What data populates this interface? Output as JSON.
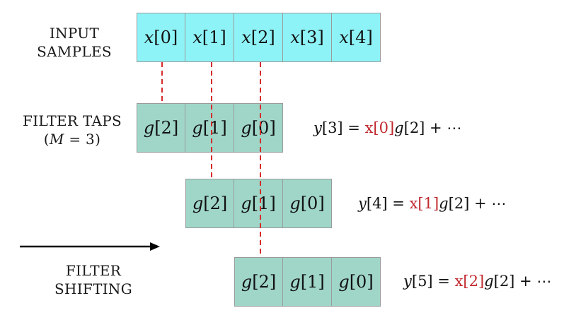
{
  "labels": {
    "input_line1": "INPUT",
    "input_line2": "SAMPLES",
    "taps_line1": "FILTER TAPS",
    "taps_line2_sym": "M",
    "taps_line2_rest": " = 3)",
    "shift_line1": "FILTER",
    "shift_line2": "SHIFTING"
  },
  "colors": {
    "input_fill": "#8ef3f7",
    "tap_fill": "#9fd6c8",
    "dashed_line": "#d72b2b",
    "highlight": "#c0282d",
    "arrow": "#000000"
  },
  "input_samples": [
    {
      "sym": "x",
      "idx": "[0]"
    },
    {
      "sym": "x",
      "idx": "[1]"
    },
    {
      "sym": "x",
      "idx": "[2]"
    },
    {
      "sym": "x",
      "idx": "[3]"
    },
    {
      "sym": "x",
      "idx": "[4]"
    }
  ],
  "filter_taps": [
    {
      "sym": "g",
      "idx": "[2]"
    },
    {
      "sym": "g",
      "idx": "[1]"
    },
    {
      "sym": "g",
      "idx": "[0]"
    }
  ],
  "equations": [
    {
      "lhs_sym": "y",
      "lhs_idx": "[3]",
      "eq": " = ",
      "hl": "x[0]",
      "term_sym": "g",
      "term_idx": "[2]",
      "tail": " + ⋯"
    },
    {
      "lhs_sym": "y",
      "lhs_idx": "[4]",
      "eq": " = ",
      "hl": "x[1]",
      "term_sym": "g",
      "term_idx": "[2]",
      "tail": " + ⋯"
    },
    {
      "lhs_sym": "y",
      "lhs_idx": "[5]",
      "eq": " = ",
      "hl": "x[2]",
      "term_sym": "g",
      "term_idx": "[2]",
      "tail": " + ⋯"
    }
  ]
}
